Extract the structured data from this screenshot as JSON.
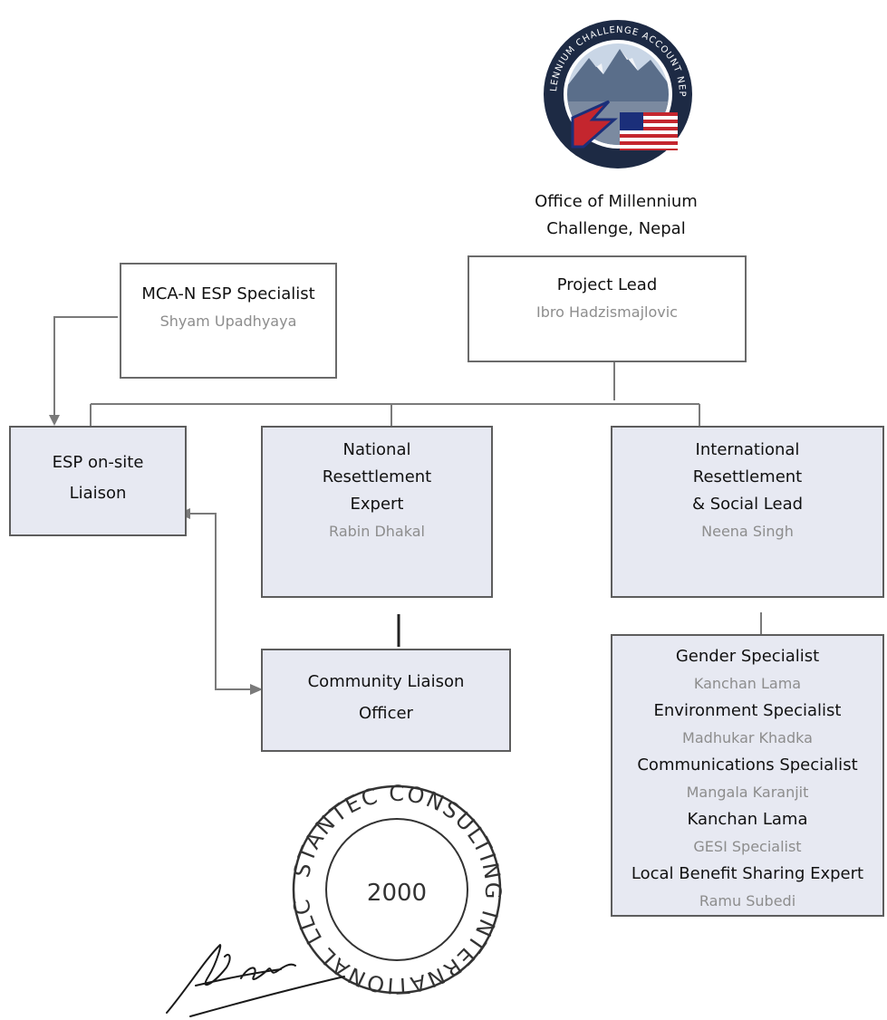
{
  "logo": {
    "icon": "mcc-nepal-seal",
    "ring_text": "MILLENNIUM CHALLENGE ACCOUNT NEPAL"
  },
  "header": {
    "line1": "Office of Millennium",
    "line2": "Challenge, Nepal"
  },
  "boxes": {
    "mcan_esp": {
      "role": "MCA-N ESP Specialist",
      "name": "Shyam Upadhyaya"
    },
    "project_lead": {
      "role": "Project Lead",
      "name": "Ibro Hadzismajlovic"
    },
    "esp_liaison": {
      "role_line1": "ESP on-site",
      "role_line2": "Liaison"
    },
    "national_expert": {
      "role_line1": "National",
      "role_line2": "Resettlement",
      "role_line3": "Expert",
      "name": "Rabin Dhakal"
    },
    "international_lead": {
      "role_line1": "International",
      "role_line2": "Resettlement",
      "role_line3": "& Social Lead",
      "name": "Neena Singh"
    },
    "community_liaison": {
      "role_line1": "Community Liaison",
      "role_line2": "Officer"
    }
  },
  "specialists": [
    {
      "role": "Gender Specialist",
      "name": "Kanchan Lama"
    },
    {
      "role": "Environment Specialist",
      "name": "Madhukar Khadka"
    },
    {
      "role": "Communications Specialist",
      "name": "Mangala Karanjit"
    },
    {
      "role": "Kanchan Lama",
      "name": "GESI Specialist"
    },
    {
      "role": "Local Benefit Sharing Expert",
      "name": "Ramu Subedi"
    }
  ],
  "stamp": {
    "ring_text": "STANTEC CONSULTING INTERNATIONAL LLC",
    "center": "2000"
  },
  "signature": {
    "icon": "handwritten-signature"
  },
  "colors": {
    "box_fill": "#e7e9f2",
    "border": "#555555",
    "name_text": "#8d8d8d",
    "stamp_ink": "#333333"
  }
}
